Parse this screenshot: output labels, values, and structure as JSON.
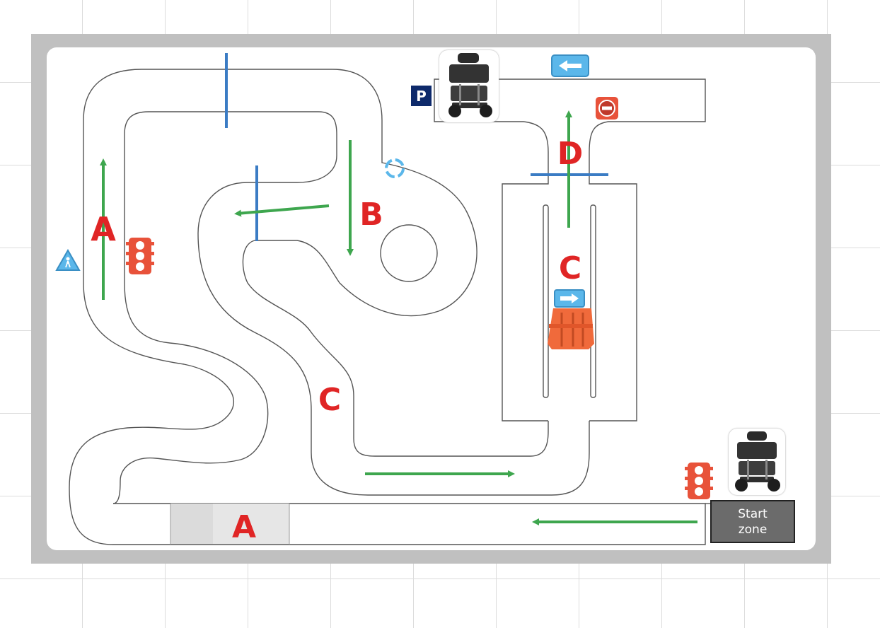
{
  "zone_labels": {
    "a_left": "A",
    "a_bottom": "A",
    "b": "B",
    "c_left": "C",
    "c_right": "C",
    "d": "D"
  },
  "start_zone": {
    "label": "Start\nzone"
  },
  "parking_sign": {
    "label": "P"
  },
  "colors": {
    "zone_label": "#e02525",
    "path_arrow": "#3ea64e",
    "checkpoint_line": "#3b7cc4",
    "traffic_light": "#e8523a",
    "sign_blue": "#5bb7ea",
    "start_zone": "#6b6b6b",
    "frame": "#c0c0c0"
  },
  "icons": [
    "traffic-light-icon",
    "pedestrian-crossing-icon",
    "roundabout-icon",
    "no-entry-icon",
    "left-arrow-sign-icon",
    "right-arrow-sign-icon",
    "parking-sign-icon",
    "road-barrier-icon",
    "robot-icon"
  ]
}
